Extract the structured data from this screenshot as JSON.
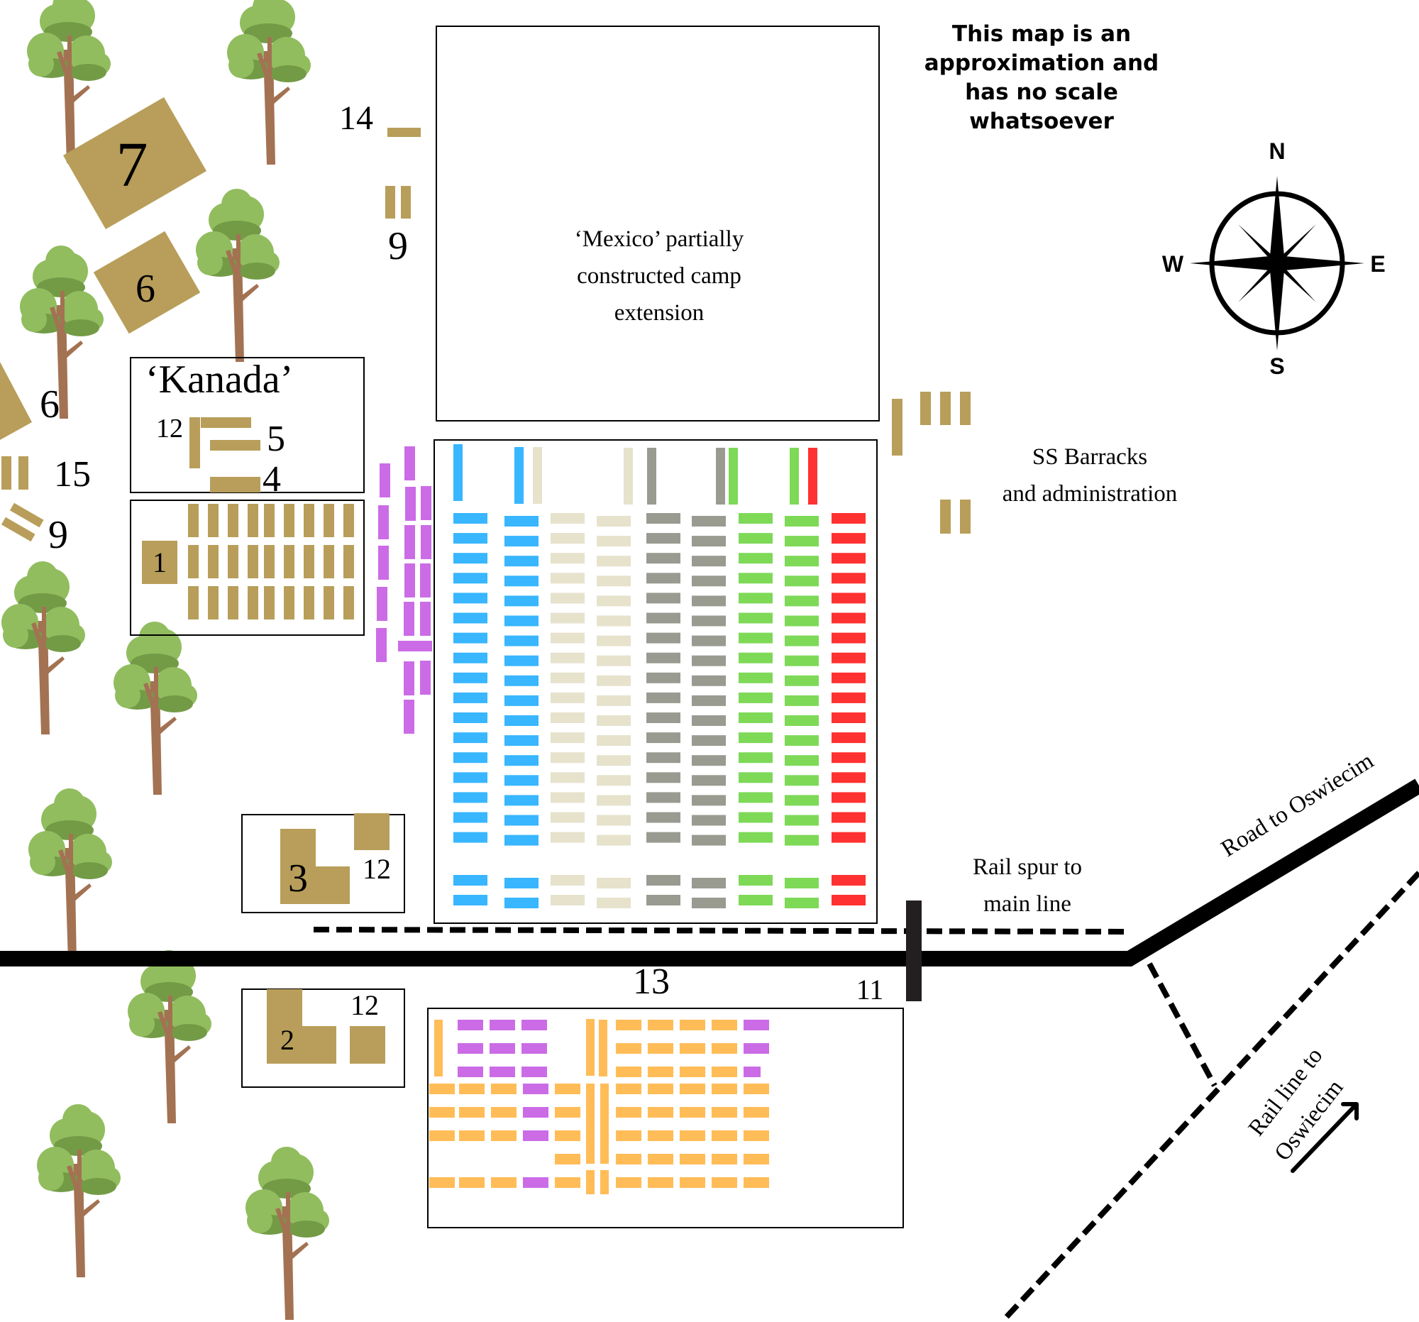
{
  "colors": {
    "building": "#B89E5A",
    "blue": "#38B6FF",
    "beige": "#E6E2CC",
    "gray": "#999B91",
    "green": "#7ED957",
    "red": "#FF3131",
    "purple": "#CB6CE6",
    "orange": "#FFBC57",
    "foliage_light": "#91BD5E",
    "foliage_dark": "#739B46",
    "trunk": "#A37252",
    "ink": "#000000"
  },
  "disclaimer": [
    "This map is an",
    "approximation and",
    "has no scale",
    "whatsoever"
  ],
  "compass": {
    "n": "N",
    "s": "S",
    "e": "E",
    "w": "W"
  },
  "labels": {
    "mexico": [
      "‘Mexico’ partially",
      "constructed camp",
      "extension"
    ],
    "kanada": "‘Kanada’",
    "ss_barracks": [
      "SS Barracks",
      "and administration"
    ],
    "rail_spur": [
      "Rail spur to",
      "main line"
    ],
    "road": "Road to Oswiecim",
    "rail_line": [
      "Rail line to",
      "Oswiecim"
    ]
  },
  "numbers": {
    "n7": "7",
    "n6_top": "6",
    "n6_left": "6",
    "n14": "14",
    "n9_top": "9",
    "n12_kanada": "12",
    "n5": "5",
    "n4": "4",
    "n15": "15",
    "n9_left": "9",
    "n1": "1",
    "n3": "3",
    "n12_box3": "12",
    "n2": "2",
    "n12_box2": "12",
    "n13": "13",
    "n11": "11"
  },
  "main_camp": {
    "column_colors": [
      "blue",
      "blue",
      "beige",
      "beige",
      "gray",
      "gray",
      "green",
      "green",
      "red"
    ],
    "main_rows": 17,
    "bottom_rows": 2,
    "vertical_markers": [
      "blue",
      "blue",
      "beige",
      "beige",
      "gray",
      "gray",
      "green",
      "green",
      "red"
    ]
  },
  "lower_camp": {
    "grid": [
      [
        "orange",
        "purple",
        "purple",
        "purple",
        "",
        "orange",
        "orange",
        "orange",
        "orange",
        "purple"
      ],
      [
        "orange",
        "purple",
        "purple",
        "purple",
        "",
        "orange",
        "orange",
        "orange",
        "orange",
        "purple"
      ],
      [
        "orange",
        "purple",
        "purple",
        "purple",
        "",
        "orange",
        "orange",
        "orange",
        "orange",
        "purple"
      ]
    ],
    "lower_grid": [
      [
        "orange",
        "orange",
        "orange",
        "purple",
        "orange",
        "orange",
        "orange",
        "orange",
        "orange",
        "orange"
      ],
      [
        "orange",
        "orange",
        "orange",
        "purple",
        "orange",
        "orange",
        "orange",
        "orange",
        "orange",
        "orange"
      ],
      [
        "orange",
        "orange",
        "orange",
        "purple",
        "orange",
        "orange",
        "orange",
        "orange",
        "orange",
        "orange"
      ],
      [
        "",
        "",
        "",
        "",
        "orange",
        "orange",
        "orange",
        "orange",
        "orange",
        "orange"
      ],
      [
        "orange",
        "orange",
        "orange",
        "purple",
        "orange",
        "orange",
        "orange",
        "orange",
        "orange",
        "orange"
      ]
    ]
  }
}
